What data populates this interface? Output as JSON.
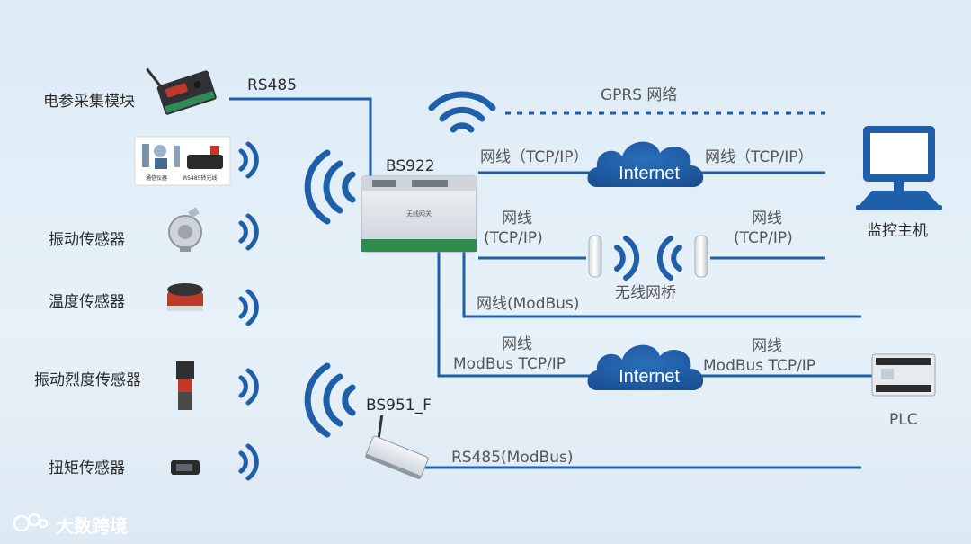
{
  "colors": {
    "line": "#1e5fa8",
    "wifi": "#1f5ea8",
    "cloud": "#1d5aa3",
    "text": "#2b2b2b",
    "watermark": "#ffffff"
  },
  "sensors": {
    "power_module": "电参采集模块",
    "vibration": "振动传感器",
    "temperature": "温度传感器",
    "vibration_intensity": "振动烈度传感器",
    "torque": "扭矩传感器",
    "instrument_caption_1": "通信仪器",
    "instrument_caption_2": "RS485转无线"
  },
  "devices": {
    "bs922": "BS922",
    "bs922_panel": "无线网关",
    "bs951": "BS951_F",
    "monitor": "监控主机",
    "plc": "PLC"
  },
  "links": {
    "rs485": "RS485",
    "gprs": "GPRS 网络",
    "tcp_left": "网线（TCP/IP）",
    "tcp_right": "网线（TCP/IP）",
    "wire": "网线",
    "tcp_paren": "(TCP/IP)",
    "bridge": "无线网桥",
    "modbus_wire": "网线(ModBus)",
    "modbus_tcp": "ModBus TCP/IP",
    "rs485_modbus": "RS485(ModBus)"
  },
  "clouds": {
    "top": "Internet",
    "bottom": "Internet"
  },
  "watermark": {
    "text": "大数跨境"
  }
}
